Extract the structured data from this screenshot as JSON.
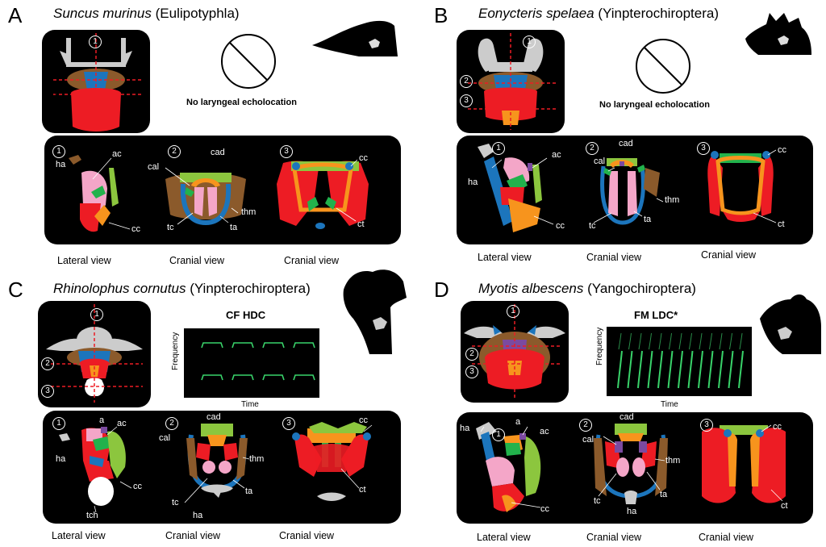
{
  "panels": {
    "A": {
      "letter": "A",
      "species": "Suncus murinus",
      "order": "(Eulipotyphla)",
      "echo_text": "No laryngeal echolocation",
      "labels": {
        "ha": "ha",
        "ac": "ac",
        "cc": "cc",
        "cad": "cad",
        "cal": "cal",
        "tc": "tc",
        "ta": "ta",
        "thm": "thm",
        "cc2": "cc",
        "ct": "ct"
      }
    },
    "B": {
      "letter": "B",
      "species": "Eonycteris spelaea",
      "order": "(Yinpterochiroptera)",
      "echo_text": "No laryngeal echolocation",
      "labels": {
        "ha": "ha",
        "ac": "ac",
        "cc": "cc",
        "cad": "cad",
        "cal": "cal",
        "tc": "tc",
        "ta": "ta",
        "thm": "thm",
        "cc2": "cc",
        "ct": "ct"
      }
    },
    "C": {
      "letter": "C",
      "species": "Rhinolophus cornutus",
      "order": "(Yinpterochiroptera)",
      "spec_title": "CF HDC",
      "freq": "Frequency",
      "time": "Time",
      "labels": {
        "ha": "ha",
        "a": "a",
        "ac": "ac",
        "cc": "cc",
        "tch": "tch",
        "cad": "cad",
        "cal": "cal",
        "thm": "thm",
        "tc": "tc",
        "ta": "ta",
        "ha2": "ha",
        "cc2": "cc",
        "ct": "ct"
      }
    },
    "D": {
      "letter": "D",
      "species": "Myotis albescens",
      "order": "(Yangochiroptera)",
      "spec_title": "FM LDC*",
      "freq": "Frequency",
      "time": "Time",
      "labels": {
        "ha": "ha",
        "a": "a",
        "ac": "ac",
        "cc": "cc",
        "cad": "cad",
        "cal": "cal",
        "thm": "thm",
        "tc": "tc",
        "ta": "ta",
        "ha2": "ha",
        "cc2": "cc",
        "ct": "ct"
      }
    }
  },
  "views": {
    "lateral": "Lateral view",
    "cranial": "Cranial view"
  },
  "circled": {
    "one": "1",
    "two": "2",
    "three": "3"
  },
  "colors": {
    "pink": "#f4a6c8",
    "green": "#22b24c",
    "lime": "#8cc63e",
    "orange": "#f7941d",
    "red": "#ed1c24",
    "blue": "#1c75bc",
    "brown": "#8b5a2b",
    "purple": "#7b4aa0",
    "grey": "#c8c8c8"
  }
}
